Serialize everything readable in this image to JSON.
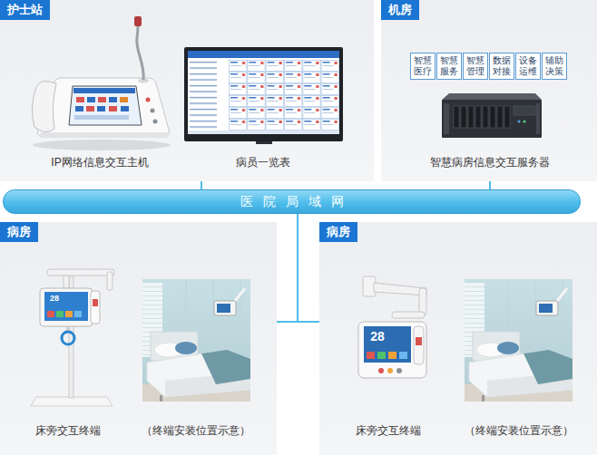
{
  "diagram": {
    "nodes": [
      {
        "text": [
          "护士站"
        ]
      },
      {
        "text": [
          "机房"
        ]
      },
      {
        "text": [
          "智慧医疗"
        ],
        "in": 1
      },
      {
        "text": [
          "智慧服务"
        ],
        "in": 1
      },
      {
        "text": [
          "智慧管理"
        ],
        "in": 1
      },
      {
        "text": [
          "数据对接"
        ],
        "in": 1
      },
      {
        "text": [
          "设备运维"
        ],
        "in": 1
      },
      {
        "text": [
          "辅助决策"
        ],
        "in": 1
      },
      {
        "text": [
          "医院局域网"
        ]
      },
      {
        "text": [
          "病房"
        ]
      },
      {
        "text": [
          "病房"
        ]
      }
    ],
    "edges": [
      {
        "from": 0,
        "to": 8,
        "arrow": "none"
      },
      {
        "from": 1,
        "to": 8,
        "arrow": "none"
      },
      {
        "from": 8,
        "to": 9,
        "arrow": "none"
      },
      {
        "from": 8,
        "to": 10,
        "arrow": "none"
      }
    ],
    "labels": [
      "IP网络信息交互主机",
      "病员一览表",
      "智慧病房信息交互服务器",
      "28",
      "床旁交互终端",
      "（终端安装位置示意）",
      "28",
      "床旁交互终端",
      "（终端安装位置示意）"
    ]
  }
}
